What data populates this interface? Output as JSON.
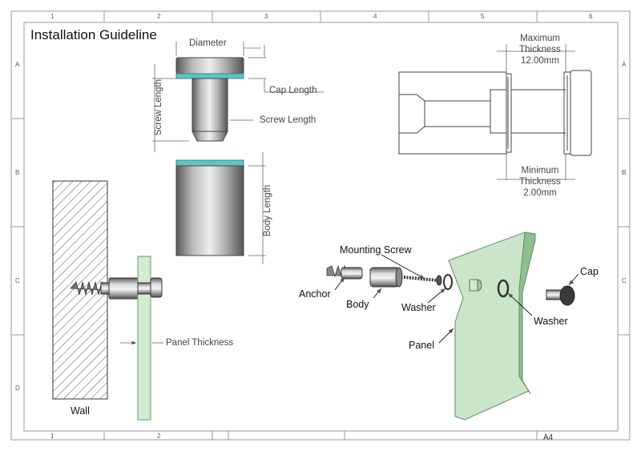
{
  "sheet": {
    "title": "Installation Guideline",
    "size": "A4",
    "col_labels": [
      "1",
      "2",
      "3",
      "4",
      "5",
      "6"
    ],
    "bottom_col_labels": [
      "1",
      "2"
    ],
    "row_labels": [
      "A",
      "B",
      "C",
      "D"
    ]
  },
  "dimensions": {
    "diameter": "Diameter",
    "cap_length": "Cap Length",
    "screw_length_vertical": "Screw Length",
    "screw_length": "Screw Length",
    "body_length": "Body Length",
    "panel_thickness": "Panel Thickness",
    "max_thickness": [
      "Maximum",
      "Thickness",
      "12.00mm"
    ],
    "min_thickness": [
      "Minimum",
      "Thickness",
      "2.00mm"
    ]
  },
  "callouts": {
    "wall": "Wall",
    "mounting_screw": "Mounting Screw",
    "anchor": "Anchor",
    "body": "Body",
    "washer_left": "Washer",
    "washer_right": "Washer",
    "panel": "Panel",
    "cap": "Cap"
  },
  "colors": {
    "frame": "#9a9a9a",
    "metal_light": "#d8d8d8",
    "metal_dark": "#6a6a6a",
    "washer_teal": "#5fc4c4",
    "panel_green": "#b9dcb9",
    "dim_line": "#666666"
  }
}
